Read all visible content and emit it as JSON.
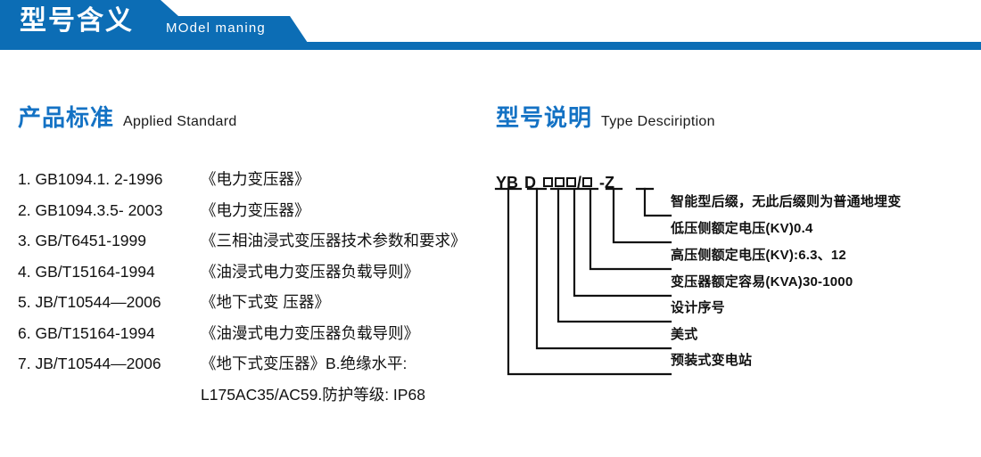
{
  "banner": {
    "title_cn": "型号含义",
    "title_en": "MOdel maning",
    "color": "#0C6DB5"
  },
  "sections": {
    "left": {
      "heading_cn": "产品标准",
      "heading_en": "Applied Standard",
      "heading_color": "#1472C4",
      "items": [
        {
          "no": "1.",
          "code": "GB1094.1. 2-1996",
          "title": "《电力变压器》"
        },
        {
          "no": "2.",
          "code": "GB1094.3.5- 2003",
          "title": "《电力变压器》"
        },
        {
          "no": "3.",
          "code": "GB/T6451-1999",
          "title": "《三相油浸式变压器技术参数和要求》"
        },
        {
          "no": "4.",
          "code": "GB/T15164-1994",
          "title": "《油浸式电力变压器负载导则》"
        },
        {
          "no": "5.",
          "code": "JB/T10544—2006",
          "title": "《地下式变 压器》"
        },
        {
          "no": "6.",
          "code": "GB/T15164-1994",
          "title": "《油漫式电力变压器负载导则》"
        },
        {
          "no": "7.",
          "code": "JB/T10544—2006",
          "title": "《地下式变压器》B.绝缘水平:"
        }
      ],
      "continuation": "L175AC35/AC59.防护等级: IP68"
    },
    "right": {
      "heading_cn": "型号说明",
      "heading_en": "Type Desciription",
      "heading_color": "#1472C4",
      "code": {
        "prefix": "YB",
        "second": "D",
        "box_count_main": 3,
        "slash": "/",
        "box_count_after_slash": 1,
        "dash": "-",
        "suffix": "Z",
        "full": "YB D □□□/□ - Z"
      },
      "descriptions": [
        "智能型后缀，无此后缀则为普通地埋变",
        "低压侧额定电压(KV)0.4",
        "高压侧额定电压(KV):6.3、12",
        "变压器额定容易(KVA)30-1000",
        "设计序号",
        "美式",
        "预装式变电站"
      ]
    }
  }
}
